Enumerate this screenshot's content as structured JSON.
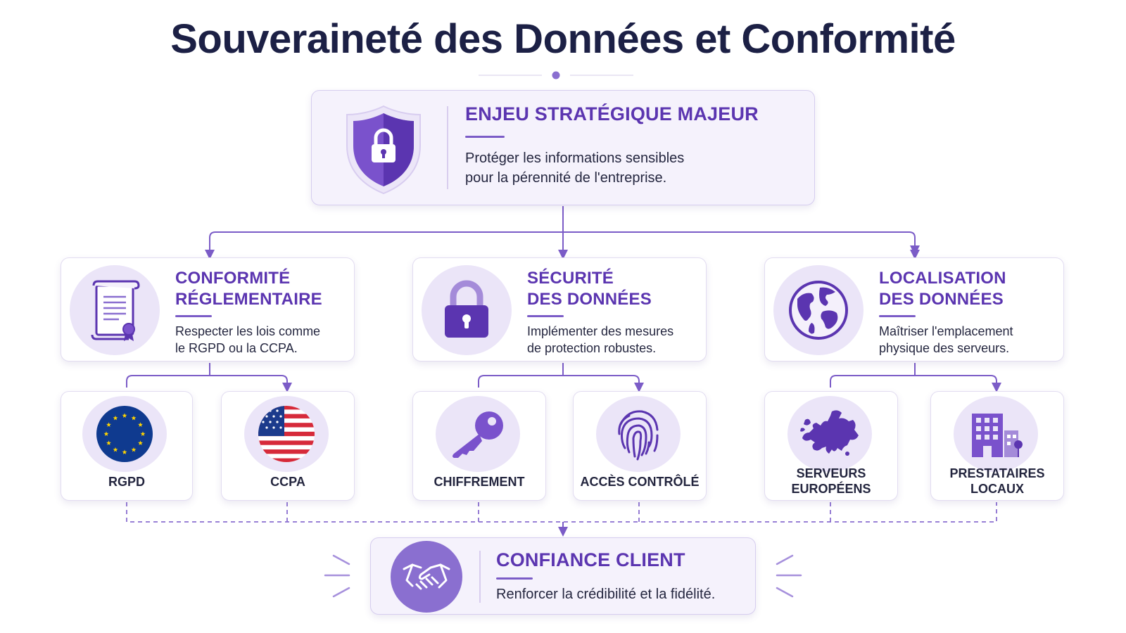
{
  "title": "Souveraineté des Données et Conformité",
  "colors": {
    "accent": "#5b35b0",
    "light": "#ebe5f8",
    "line": "#7b5cc7"
  },
  "top": {
    "icon": "shield-lock-icon",
    "heading": "ENJEU STRATÉGIQUE MAJEUR",
    "desc_line1": "Protéger les informations sensibles",
    "desc_line2": "pour la pérennité de l'entreprise."
  },
  "pillars": [
    {
      "icon": "certificate-scroll-icon",
      "heading_line1": "CONFORMITÉ",
      "heading_line2": "RÉGLEMENTAIRE",
      "desc_line1": "Respecter les lois comme",
      "desc_line2": "le RGPD ou la CCPA."
    },
    {
      "icon": "padlock-icon",
      "heading_line1": "SÉCURITÉ",
      "heading_line2": "DES DONNÉES",
      "desc_line1": "Implémenter des mesures",
      "desc_line2": "de protection robustes."
    },
    {
      "icon": "globe-icon",
      "heading_line1": "LOCALISATION",
      "heading_line2": "DES DONNÉES",
      "desc_line1": "Maîtriser l'emplacement",
      "desc_line2": "physique des serveurs."
    }
  ],
  "leaves": [
    {
      "icon": "eu-flag-icon",
      "label_line1": "RGPD",
      "label_line2": ""
    },
    {
      "icon": "us-flag-icon",
      "label_line1": "CCPA",
      "label_line2": ""
    },
    {
      "icon": "key-icon",
      "label_line1": "CHIFFREMENT",
      "label_line2": ""
    },
    {
      "icon": "fingerprint-icon",
      "label_line1": "ACCÈS CONTRÔLÉ",
      "label_line2": ""
    },
    {
      "icon": "europe-map-icon",
      "label_line1": "SERVEURS",
      "label_line2": "EUROPÉENS"
    },
    {
      "icon": "building-icon",
      "label_line1": "PRESTATAIRES",
      "label_line2": "LOCAUX"
    }
  ],
  "bottom": {
    "icon": "handshake-icon",
    "heading": "CONFIANCE CLIENT",
    "desc": "Renforcer la crédibilité et la fidélité."
  }
}
